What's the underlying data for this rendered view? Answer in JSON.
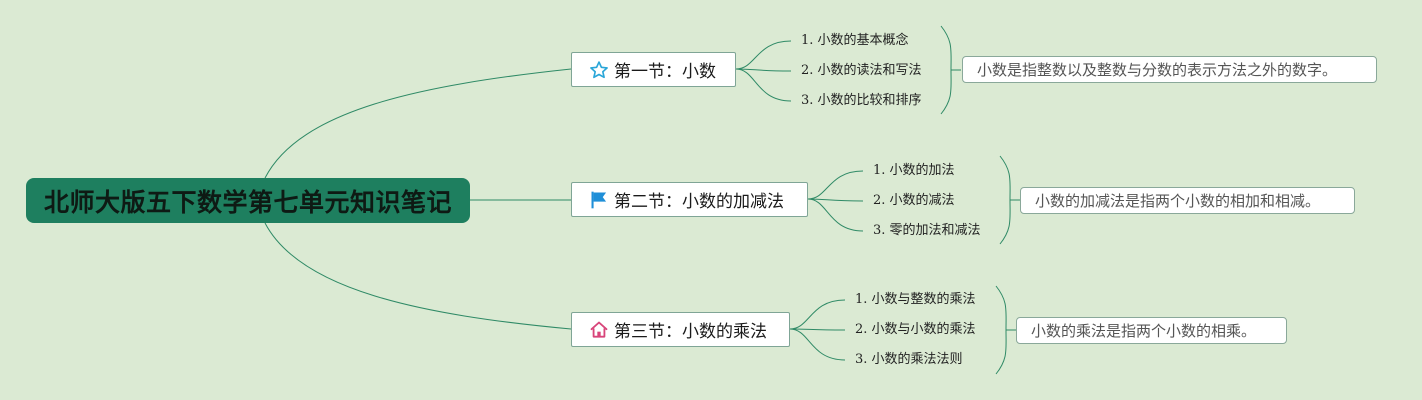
{
  "root": {
    "title": "北师大版五下数学第七单元知识笔记"
  },
  "sections": [
    {
      "title": "第一节：小数",
      "icon": "star-icon",
      "items": [
        "1. 小数的基本概念",
        "2. 小数的读法和写法",
        "3. 小数的比较和排序"
      ],
      "summary": "小数是指整数以及整数与分数的表示方法之外的数字。"
    },
    {
      "title": "第二节：小数的加减法",
      "icon": "flag-icon",
      "items": [
        "1. 小数的加法",
        "2. 小数的减法",
        "3. 零的加法和减法"
      ],
      "summary": "小数的加减法是指两个小数的相加和相减。"
    },
    {
      "title": "第三节：小数的乘法",
      "icon": "home-icon",
      "items": [
        "1. 小数与整数的乘法",
        "2. 小数与小数的乘法",
        "3. 小数的乘法法则"
      ],
      "summary": "小数的乘法是指两个小数的相乘。"
    }
  ],
  "colors": {
    "background": "#dbead3",
    "root_fill": "#1e7f5f",
    "line": "#2f8a66",
    "star": "#2aa6d8",
    "flag": "#1f8fd8",
    "home": "#d8457a"
  }
}
